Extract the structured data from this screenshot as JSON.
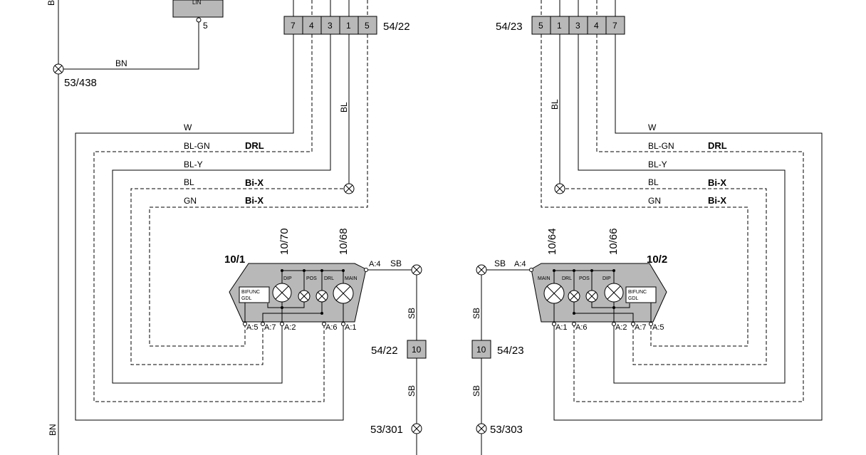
{
  "left": {
    "lin_label": "LIN",
    "lin_pin": "5",
    "gnd_53_438": "53/438",
    "bn_wire": "BN",
    "bn_edge_top": "BN",
    "bn_edge_bottom": "BN",
    "connector_label": "54/22",
    "connector_pins": [
      "7",
      "4",
      "3",
      "1",
      "5"
    ],
    "bl_vertical": "BL",
    "wires": [
      {
        "color": "W",
        "func": ""
      },
      {
        "color": "BL-GN",
        "func": "DRL"
      },
      {
        "color": "BL-Y",
        "func": ""
      },
      {
        "color": "BL",
        "func": "Bi-X"
      },
      {
        "color": "GN",
        "func": "Bi-X"
      }
    ],
    "module_id": "10/1",
    "ref_a": "10/70",
    "ref_b": "10/68",
    "lamps": [
      "DIP",
      "POS",
      "DRL",
      "MAIN"
    ],
    "bifunc": [
      "BIFUNC",
      "GDL"
    ],
    "pins_bottom": [
      "A:5",
      "A:7",
      "A:2",
      "A:6",
      "A:1"
    ],
    "pin_a4": "A:4",
    "sb_h": "SB",
    "sb_v1": "SB",
    "sb_v2": "SB",
    "fuse_conn": "54/22",
    "fuse_val": "10",
    "gnd_bottom": "53/301"
  },
  "right": {
    "connector_label": "54/23",
    "connector_pins": [
      "5",
      "1",
      "3",
      "4",
      "7"
    ],
    "bl_vertical": "BL",
    "wires": [
      {
        "color": "W",
        "func": ""
      },
      {
        "color": "BL-GN",
        "func": "DRL"
      },
      {
        "color": "BL-Y",
        "func": ""
      },
      {
        "color": "BL",
        "func": "Bi-X"
      },
      {
        "color": "GN",
        "func": "Bi-X"
      }
    ],
    "module_id": "10/2",
    "ref_a": "10/64",
    "ref_b": "10/66",
    "lamps": [
      "MAIN",
      "DRL",
      "POS",
      "DIP"
    ],
    "bifunc": [
      "BIFUNC",
      "GDL"
    ],
    "pins_bottom": [
      "A:1",
      "A:6",
      "A:2",
      "A:7",
      "A:5"
    ],
    "pin_a4": "A:4",
    "sb_h": "SB",
    "sb_v1": "SB",
    "sb_v2": "SB",
    "fuse_conn": "54/23",
    "fuse_val": "10",
    "gnd_bottom": "53/303"
  }
}
